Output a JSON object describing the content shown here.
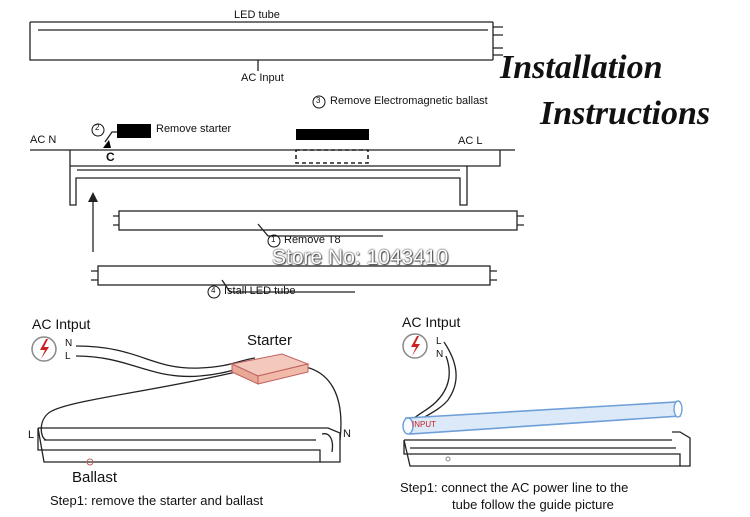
{
  "top": {
    "led_tube_label": "LED tube",
    "ac_input_label": "AC Input"
  },
  "title": {
    "line1": "Installation",
    "line2": "Instructions"
  },
  "fixture": {
    "ac_n_label": "AC N",
    "ac_l_label": "AC L",
    "step2_num": "2",
    "step2_label": "Remove starter",
    "c_label": "C",
    "step3_num": "3",
    "step3_label": "Remove Electromagnetic ballast",
    "step1_num": "1",
    "step1_label": "Remove T8",
    "step4_num": "4",
    "step4_label": "Istall LED tube"
  },
  "watermark": "Store No: 1043410",
  "left_panel": {
    "ac_input": "AC  Intput",
    "n": "N",
    "l": "L",
    "starter": "Starter",
    "wire_l": "L",
    "wire_n": "N",
    "ballast": "Ballast",
    "caption": "Step1: remove the starter and ballast"
  },
  "right_panel": {
    "ac_input": "AC  Intput",
    "l": "L",
    "n": "N",
    "input_tag": "INPUT",
    "caption_line1": "Step1: connect the AC power line to the",
    "caption_line2": "tube follow the guide picture"
  },
  "colors": {
    "warning_red": "#cc2222",
    "starter_fill": "#f2c9bc",
    "tube_blue": "#8fb8e6"
  }
}
